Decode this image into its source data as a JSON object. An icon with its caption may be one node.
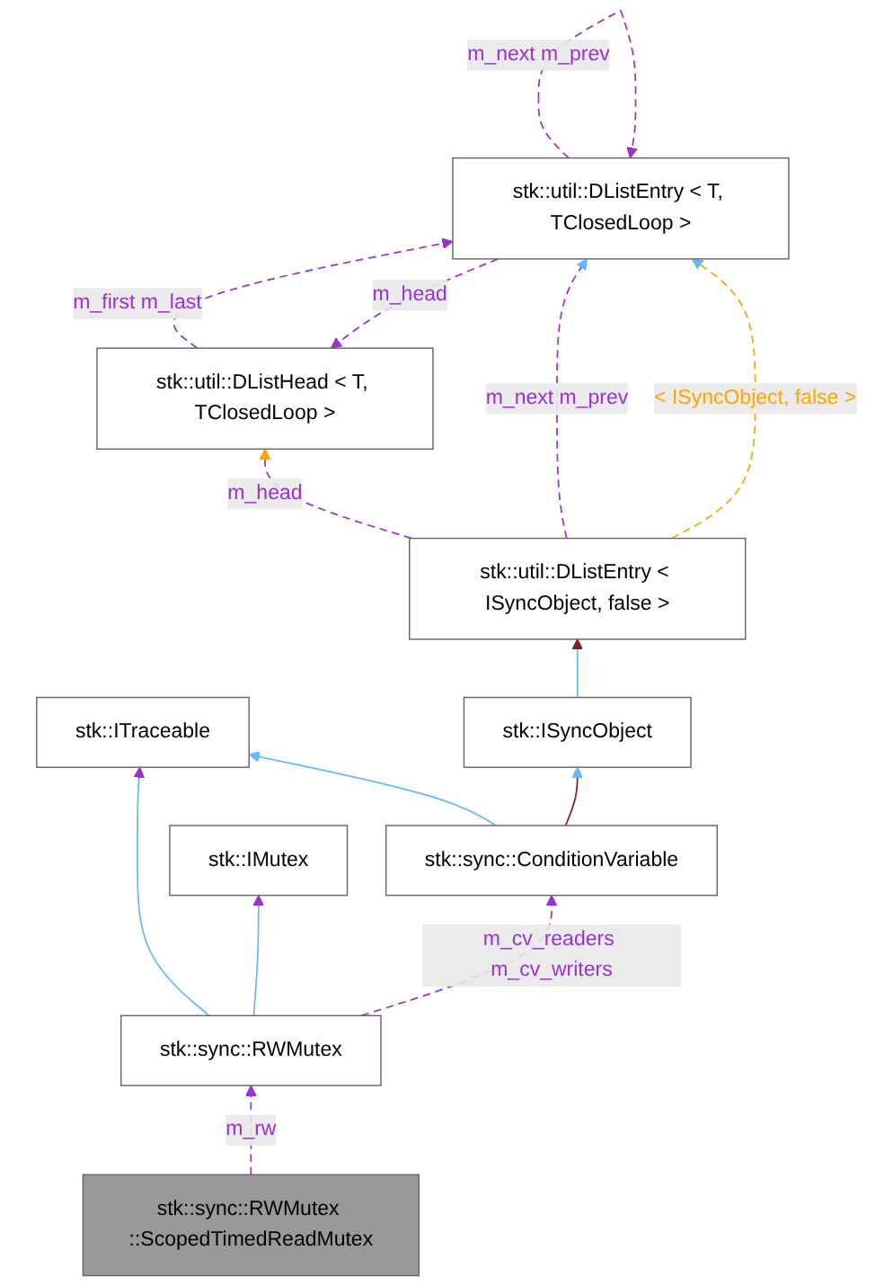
{
  "diagram": {
    "nodes": [
      {
        "text": [
          "stk::util::DListHead < T, TClosedLoop >"
        ]
      },
      {
        "text": [
          "stk::util::DListEntry < T, TClosedLoop >"
        ]
      },
      {
        "text": [
          "stk::util::DListEntry < ISyncObject, false >"
        ]
      },
      {
        "text": [
          "stk::ITraceable"
        ]
      },
      {
        "text": [
          "stk::ISyncObject"
        ]
      },
      {
        "text": [
          "stk::IMutex"
        ]
      },
      {
        "text": [
          "stk::sync::ConditionVariable"
        ]
      },
      {
        "text": [
          "stk::sync::RWMutex"
        ]
      },
      {
        "text": [
          "stk::sync::RWMutex ::ScopedTimedReadMutex"
        ]
      }
    ],
    "edges": [
      {
        "from": 1,
        "to": 0,
        "arrow": "to",
        "label": "m_head",
        "style": "dashed"
      },
      {
        "from": 0,
        "to": 1,
        "arrow": "to",
        "label": "m_first m_last",
        "style": "dashed"
      },
      {
        "from": 1,
        "to": 1,
        "arrow": "to",
        "label": "m_next m_prev",
        "style": "dashed"
      },
      {
        "from": 2,
        "to": 0,
        "arrow": "to",
        "label": "m_head",
        "style": "dashed"
      },
      {
        "from": 2,
        "to": 1,
        "arrow": "to",
        "label": "m_next m_prev",
        "style": "dashed"
      },
      {
        "from": 2,
        "to": 1,
        "arrow": "to",
        "label": "< ISyncObject, false >",
        "style": "dashed",
        "color": "#ffa500"
      },
      {
        "from": 4,
        "to": 2,
        "arrow": "to",
        "color": "#63b8ff"
      },
      {
        "from": 6,
        "to": 3,
        "arrow": "to",
        "color": "#63b8ff"
      },
      {
        "from": 6,
        "to": 4,
        "arrow": "to",
        "color": "#8b1a1a"
      },
      {
        "from": 7,
        "to": 3,
        "arrow": "to",
        "color": "#63b8ff"
      },
      {
        "from": 7,
        "to": 5,
        "arrow": "to",
        "color": "#63b8ff"
      },
      {
        "from": 7,
        "to": 6,
        "arrow": "to",
        "label": "m_cv_readers m_cv_writers",
        "style": "dashed"
      },
      {
        "from": 8,
        "to": 7,
        "arrow": "to",
        "label": "m_rw",
        "style": "dashed"
      }
    ]
  }
}
